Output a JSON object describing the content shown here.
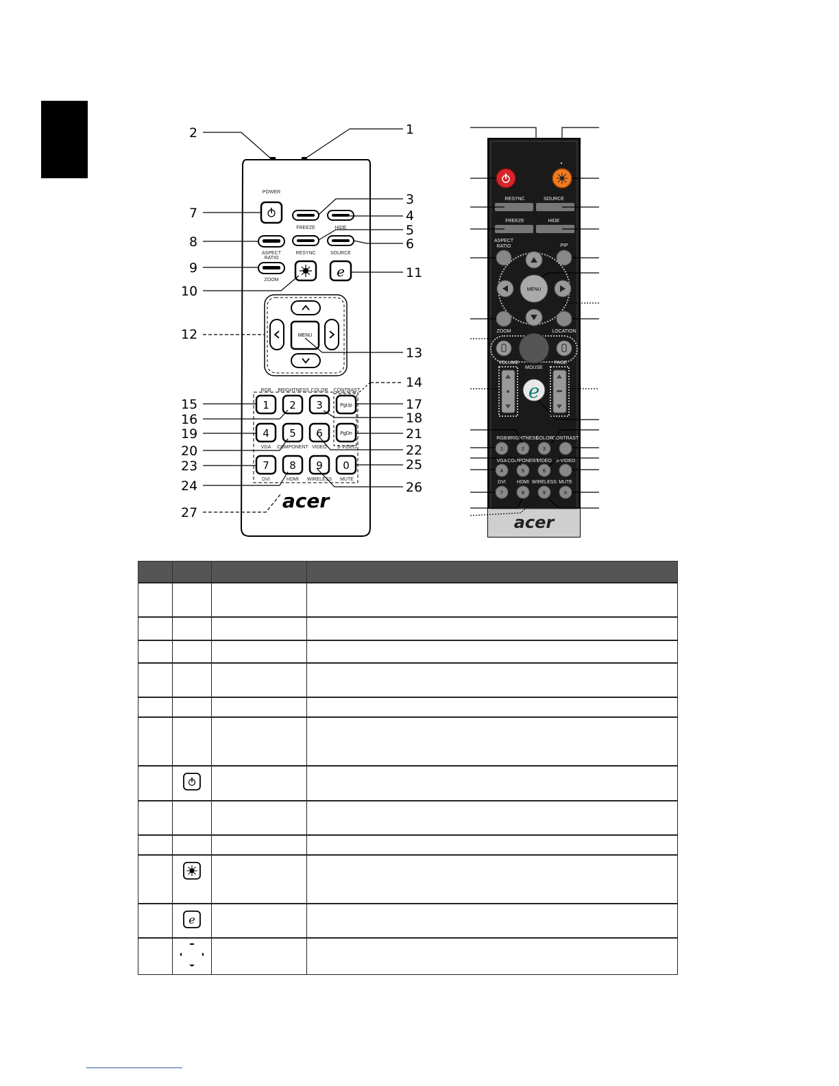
{
  "remote_left": {
    "callout_numbers": [
      "1",
      "2",
      "3",
      "4",
      "5",
      "6",
      "7",
      "8",
      "9",
      "10",
      "11",
      "12",
      "13",
      "14",
      "15",
      "16",
      "17",
      "18",
      "19",
      "20",
      "21",
      "22",
      "23",
      "24",
      "25",
      "26",
      "27"
    ],
    "labels": {
      "power": "POWER",
      "freeze": "FREEZE",
      "hide": "HIDE",
      "aspect_ratio_1": "ASPECT",
      "aspect_ratio_2": "RATIO",
      "resync": "RESYNC",
      "source": "SOURCE",
      "zoom": "ZOOM",
      "menu": "MENU",
      "rgb": "RGB",
      "brightness": "BRIGHTNESS",
      "color": "COLOR",
      "contrast": "CONTRAST",
      "vga": "VGA",
      "component": "COMPONENT",
      "video": "VIDEO",
      "svideo": "S-VIDEO",
      "dvi": "DVI",
      "hdmi": "HDMI",
      "wireless": "WIRELESS",
      "mute": "MUTE",
      "pgup": "PgUp",
      "pgdn": "PgDn",
      "zero": "0",
      "logo": "acer"
    },
    "keys": [
      "1",
      "2",
      "3",
      "4",
      "5",
      "6",
      "7",
      "8",
      "9"
    ]
  },
  "remote_right": {
    "labels": {
      "resync": "RESYNC",
      "source": "SOURCE",
      "freeze": "FREEZE",
      "hide": "HIDE",
      "aspect_1": "ASPECT",
      "aspect_2": "RATIO",
      "pip": "PIP",
      "menu": "MENU",
      "zoom": "ZOOM",
      "location": "LOCATION",
      "volume": "VOLUME",
      "mouse": "MOUSE",
      "page": "PAGE",
      "rgb": "RGB",
      "brightness": "BRIGHTNESS",
      "color": "COLOR",
      "contrast": "CONTRAST",
      "vga": "VGA",
      "component": "COMPONENT",
      "video": "VIDEO",
      "svideo": "S-VIDEO",
      "dvi": "DVI",
      "hdmi": "HDMI",
      "wireless": "WIRELESS",
      "mute": "MUTE",
      "logo": "acer"
    },
    "keys": [
      "1",
      "2",
      "3",
      "4",
      "5",
      "6",
      "7",
      "8",
      "9",
      "0"
    ]
  },
  "colors": {
    "power_red": "#d8242c",
    "laser_orange": "#f07a1e",
    "e_teal": "#0e7e74",
    "header_gray": "#555555"
  },
  "table": {
    "row_icons": [
      "",
      "",
      "",
      "",
      "",
      "",
      "power-icon",
      "",
      "",
      "laser-icon",
      "e-key-icon",
      "four-direction-icon"
    ]
  }
}
